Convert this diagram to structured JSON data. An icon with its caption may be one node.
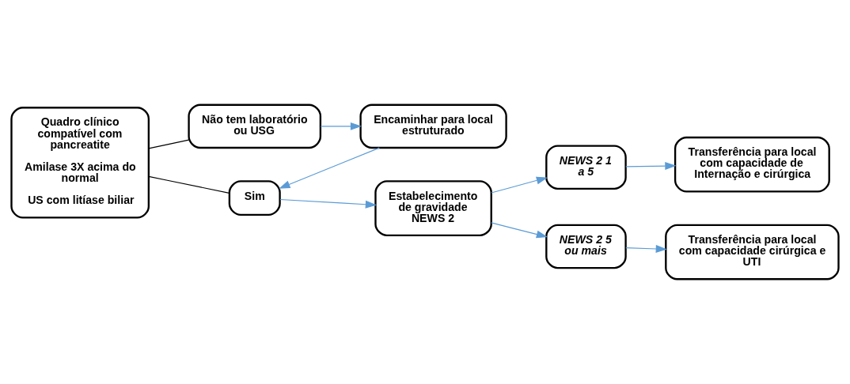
{
  "diagram": {
    "nodes": [
      {
        "text": [
          "Quadro clínico compatível com pancreatite",
          "Amilase 3X acima do normal",
          "US com litíase biliar"
        ]
      },
      {
        "text": [
          "Não tem laboratório ou USG"
        ]
      },
      {
        "text": [
          "Encaminhar para local estruturado"
        ]
      },
      {
        "text": [
          "Sim"
        ]
      },
      {
        "text": [
          "Estabelecimento de gravidade NEWS 2"
        ]
      },
      {
        "text": [
          "NEWS 2 1 a 5"
        ]
      },
      {
        "text": [
          "NEWS 2 5 ou mais"
        ]
      },
      {
        "text": [
          "Transferência para local com capacidade de Internação e cirúrgica"
        ]
      },
      {
        "text": [
          "Transferência para local com capacidade cirúrgica e UTI"
        ]
      }
    ],
    "edges": [
      {
        "from": 0,
        "to": 1,
        "arrow": "none",
        "color": "#000000"
      },
      {
        "from": 1,
        "to": 2,
        "arrow": "to"
      },
      {
        "from": 2,
        "to": 3,
        "arrow": "to"
      },
      {
        "from": 0,
        "to": 3,
        "arrow": "none",
        "color": "#000000"
      },
      {
        "from": 3,
        "to": 4,
        "arrow": "to"
      },
      {
        "from": 4,
        "to": 5,
        "arrow": "to"
      },
      {
        "from": 4,
        "to": 6,
        "arrow": "to"
      },
      {
        "from": 5,
        "to": 7,
        "arrow": "to"
      },
      {
        "from": 6,
        "to": 8,
        "arrow": "to"
      }
    ]
  }
}
